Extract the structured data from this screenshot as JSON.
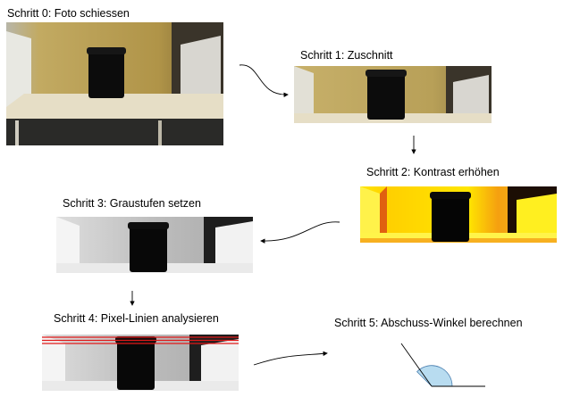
{
  "steps": [
    {
      "label": "Schritt 0: Foto schiessen"
    },
    {
      "label": "Schritt 1: Zuschnitt"
    },
    {
      "label": "Schritt 2: Kontrast erhöhen"
    },
    {
      "label": "Schritt 3: Graustufen setzen"
    },
    {
      "label": "Schritt 4: Pixel-Linien analysieren"
    },
    {
      "label": "Schritt 5: Abschuss-Winkel berechnen"
    }
  ],
  "colors": {
    "photo_wall": "#b49a52",
    "photo_table": "#ece4cc",
    "bin": "#0c0c0c",
    "contrast_bg": "#ffe600",
    "contrast_edge": "#f08a10",
    "gray_bg": "#c8c8c8",
    "scan_line": "#e01818",
    "angle_fill": "#b8dcf0",
    "angle_stroke": "#4a7fb0"
  },
  "icons": {
    "connector": "curved-arrow-icon",
    "angle": "launch-angle-icon"
  }
}
